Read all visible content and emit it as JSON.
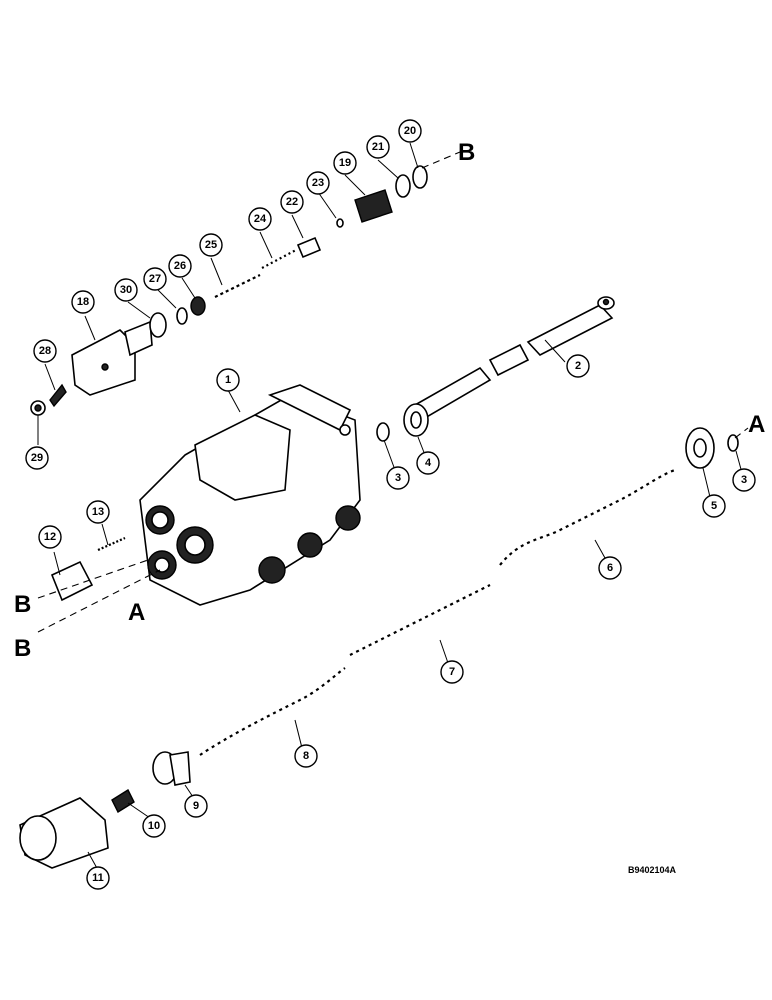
{
  "figure_code": "B9402104A",
  "reference_letters": {
    "b_top": "B",
    "a_right": "A",
    "b_left_upper": "B",
    "a_left": "A",
    "b_left_lower": "B"
  },
  "callouts": [
    "1",
    "2",
    "3",
    "3",
    "4",
    "5",
    "6",
    "7",
    "8",
    "9",
    "10",
    "11",
    "12",
    "13",
    "18",
    "19",
    "20",
    "21",
    "22",
    "23",
    "24",
    "25",
    "26",
    "27",
    "28",
    "29",
    "30"
  ]
}
